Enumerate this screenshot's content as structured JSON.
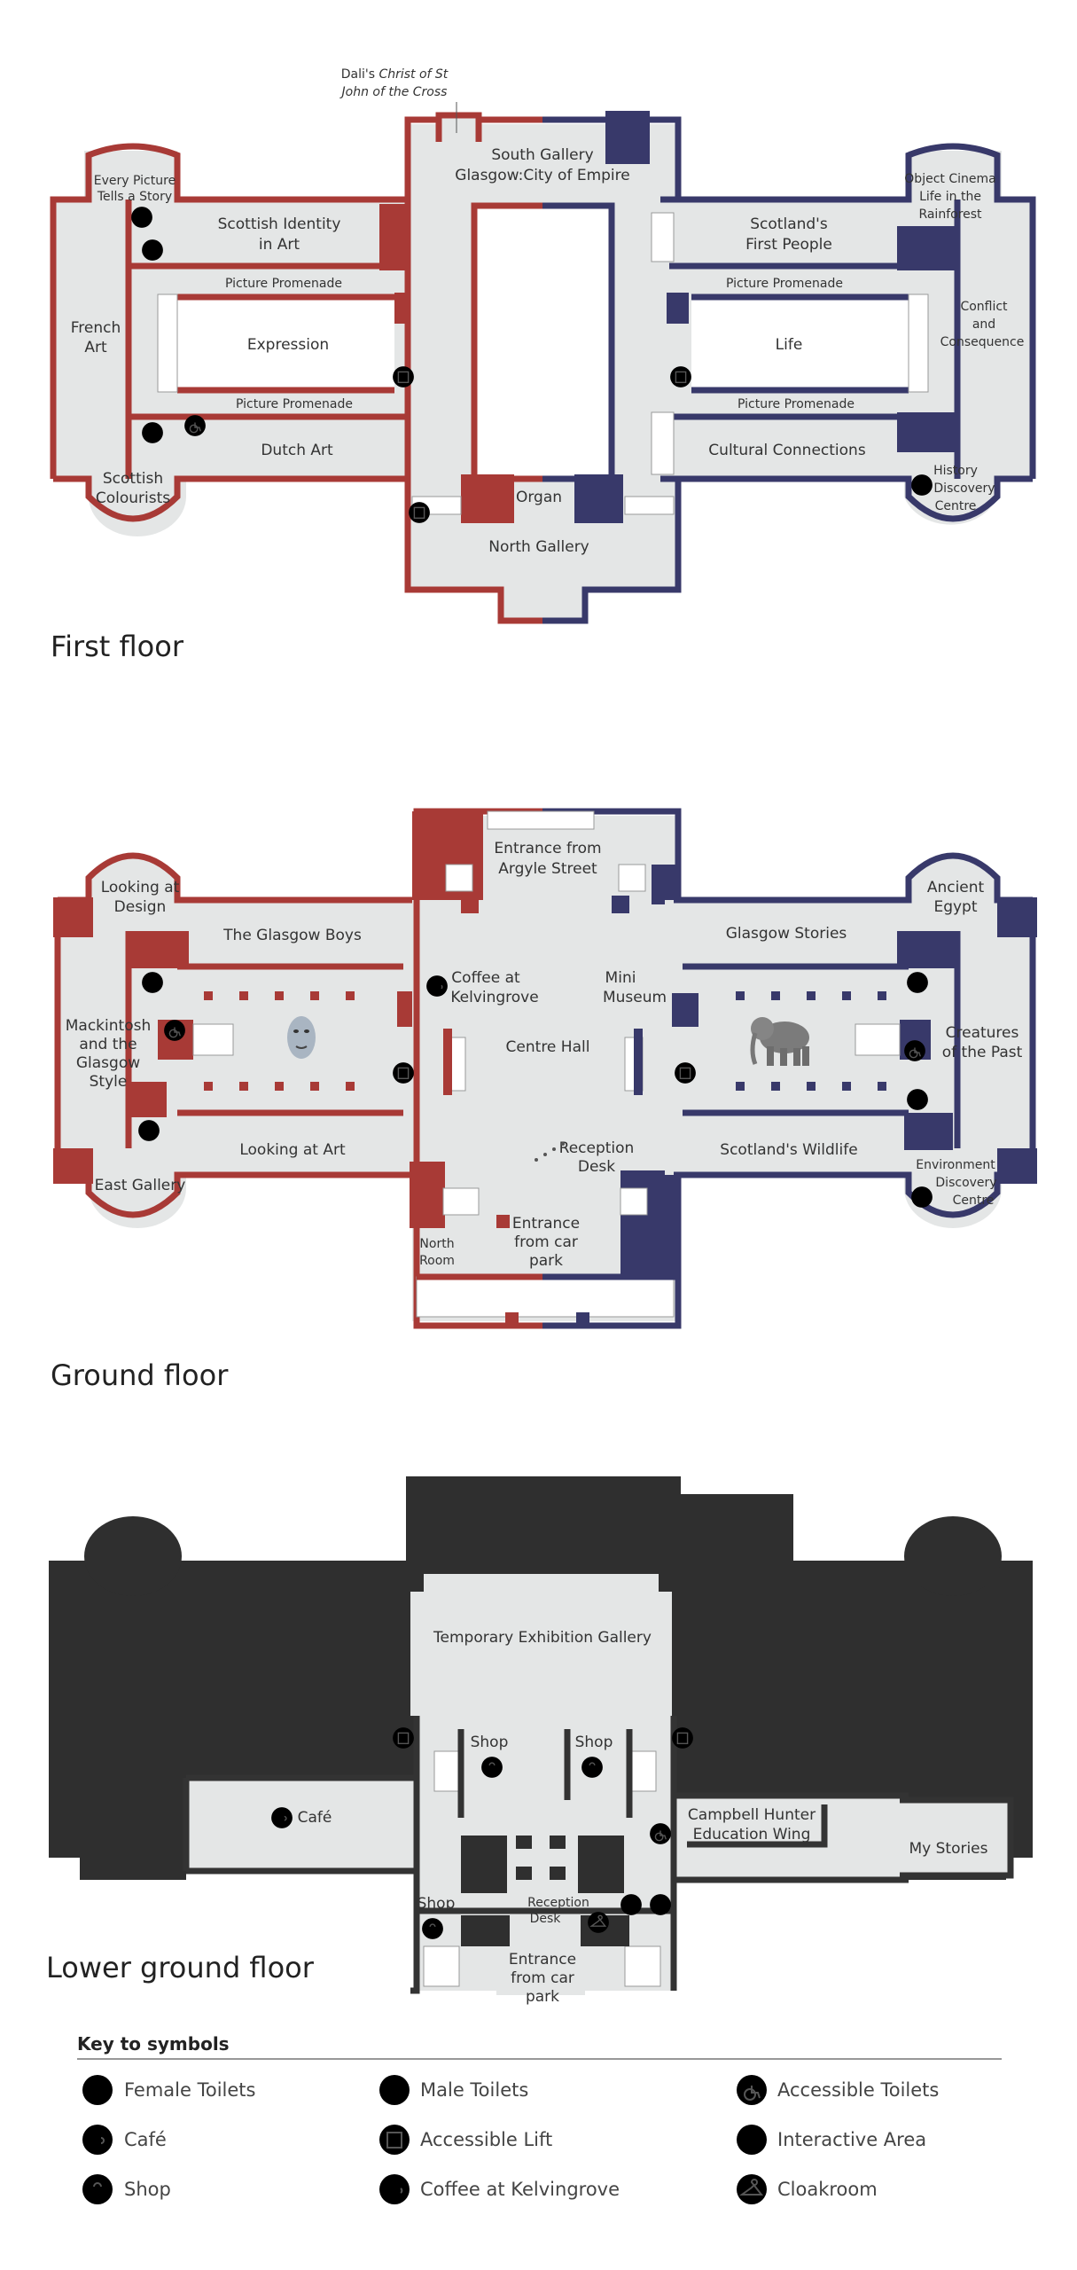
{
  "floors": {
    "first": {
      "title": "First floor",
      "labels": {
        "dali_l1": "Dali's",
        "dali_l1_italic": "Christ of St",
        "dali_l2": "John of the Cross",
        "south_gallery": "South Gallery",
        "glasgow_empire": "Glasgow:City of Empire",
        "every_picture_l1": "Every Picture",
        "every_picture_l2": "Tells a Story",
        "scottish_identity_l1": "Scottish Identity",
        "scottish_identity_l2": "in Art",
        "picture_promenade": "Picture Promenade",
        "french_art_l1": "French",
        "french_art_l2": "Art",
        "expression": "Expression",
        "dutch_art": "Dutch Art",
        "scottish_colourists_l1": "Scottish",
        "scottish_colourists_l2": "Colourists",
        "organ": "Organ",
        "north_gallery": "North Gallery",
        "scotlands_first_l1": "Scotland's",
        "scotlands_first_l2": "First People",
        "life": "Life",
        "cultural_connections": "Cultural Connections",
        "object_cinema_l1": "Object Cinema",
        "object_cinema_l2": "Life in the",
        "object_cinema_l3": "Rainforest",
        "conflict_l1": "Conflict",
        "conflict_l2": "and",
        "conflict_l3": "Consequence",
        "history_l1": "History",
        "history_l2": "Discovery",
        "history_l3": "Centre"
      }
    },
    "ground": {
      "title": "Ground floor",
      "labels": {
        "entrance_argyle_l1": "Entrance from",
        "entrance_argyle_l2": "Argyle Street",
        "looking_design_l1": "Looking at",
        "looking_design_l2": "Design",
        "glasgow_boys": "The Glasgow Boys",
        "coffee_l1": "Coffee at",
        "coffee_l2": "Kelvingrove",
        "mini_museum_l1": "Mini",
        "mini_museum_l2": "Museum",
        "glasgow_stories": "Glasgow Stories",
        "ancient_egypt_l1": "Ancient",
        "ancient_egypt_l2": "Egypt",
        "mackintosh_l1": "Mackintosh",
        "mackintosh_l2": "and the",
        "mackintosh_l3": "Glasgow",
        "mackintosh_l4": "Style",
        "centre_hall": "Centre Hall",
        "creatures_l1": "Creatures",
        "creatures_l2": "of the Past",
        "looking_art": "Looking at Art",
        "reception_l1": "Reception",
        "reception_l2": "Desk",
        "scotlands_wildlife": "Scotland's Wildlife",
        "east_gallery": "East Gallery",
        "north_room_l1": "North",
        "north_room_l2": "Room",
        "entrance_car_l1": "Entrance",
        "entrance_car_l2": "from car",
        "entrance_car_l3": "park",
        "environment_l1": "Environment",
        "environment_l2": "Discovery",
        "environment_l3": "Centre"
      }
    },
    "lower": {
      "title": "Lower ground floor",
      "labels": {
        "temporary_exhibition": "Temporary Exhibition Gallery",
        "shop_left": "Shop",
        "shop_right": "Shop",
        "cafe": "Café",
        "campbell_l1": "Campbell Hunter",
        "campbell_l2": "Education Wing",
        "my_stories": "My Stories",
        "shop_bottom": "Shop",
        "reception_l1": "Reception",
        "reception_l2": "Desk",
        "entrance_car_l1": "Entrance",
        "entrance_car_l2": "from car",
        "entrance_car_l3": "park"
      }
    }
  },
  "key": {
    "title": "Key to symbols",
    "items": [
      {
        "label": "Female Toilets",
        "icon": "female-toilets-icon"
      },
      {
        "label": "Male Toilets",
        "icon": "male-toilets-icon"
      },
      {
        "label": "Accessible Toilets",
        "icon": "accessible-toilets-icon"
      },
      {
        "label": "Café",
        "icon": "cafe-icon"
      },
      {
        "label": "Accessible Lift",
        "icon": "accessible-lift-icon"
      },
      {
        "label": "Interactive Area",
        "icon": "interactive-area-icon"
      },
      {
        "label": "Shop",
        "icon": "shop-icon"
      },
      {
        "label": "Coffee at Kelvingrove",
        "icon": "coffee-icon"
      },
      {
        "label": "Cloakroom",
        "icon": "cloakroom-icon"
      }
    ]
  },
  "colors": {
    "art_wing": "#a83a36",
    "life_wing": "#38396a",
    "lower_floor": "#2f2f2f",
    "room_fill": "#e4e6e6"
  }
}
